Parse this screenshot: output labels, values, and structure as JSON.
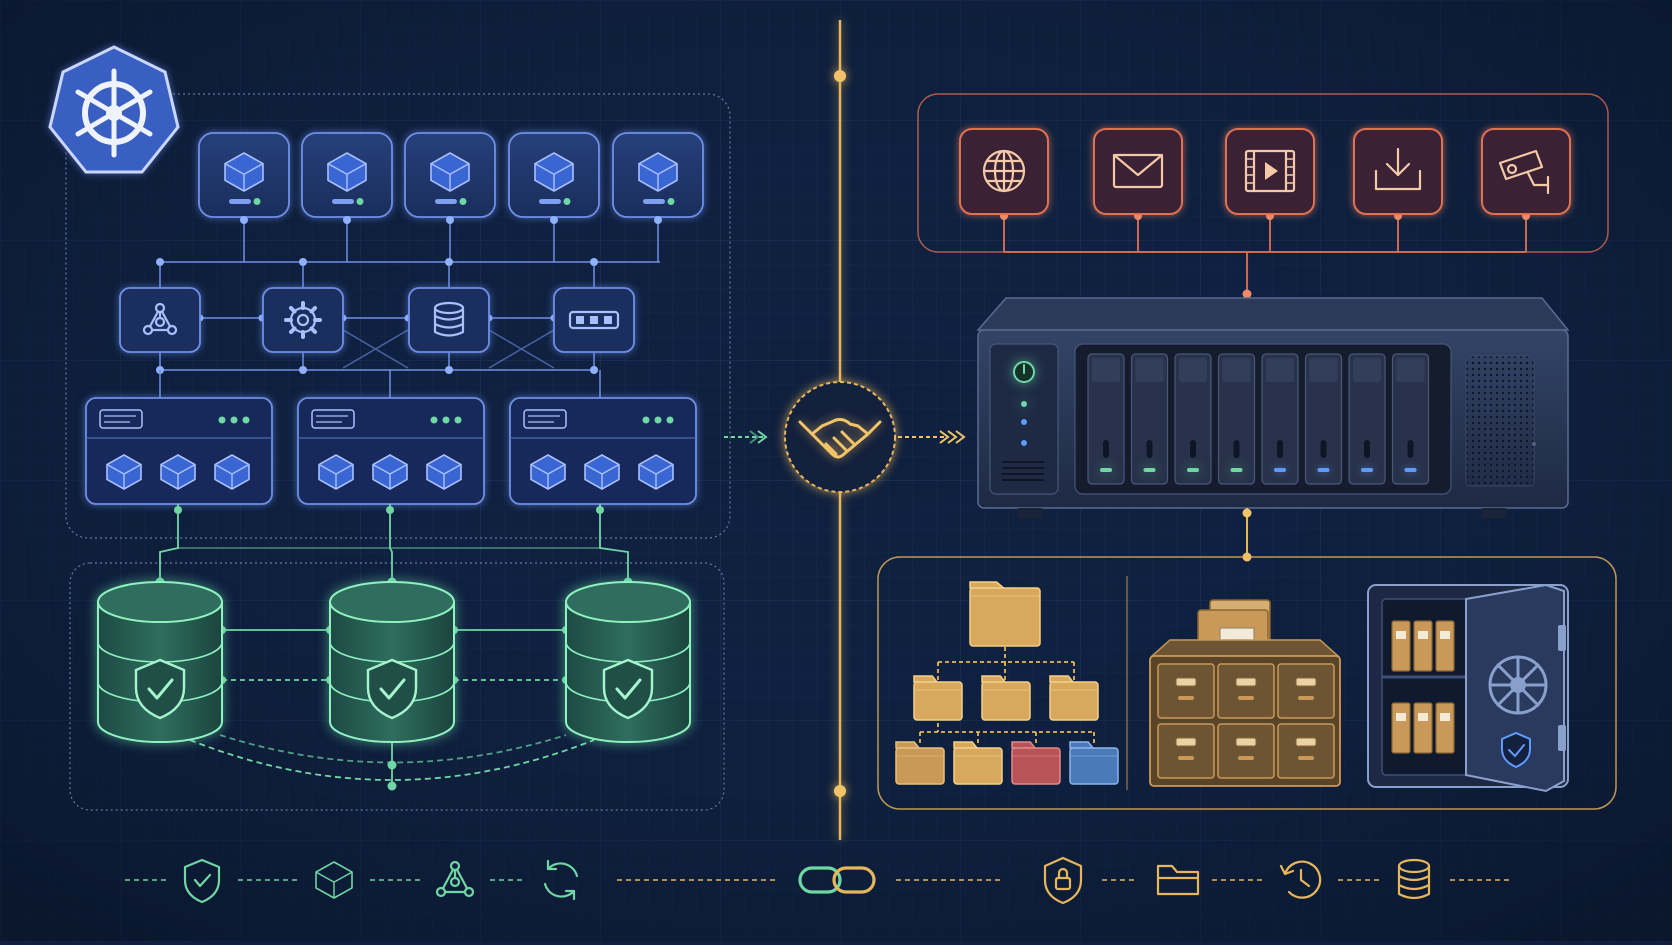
{
  "diagram": {
    "kubernetes_cluster": {
      "logo_icon": "kubernetes-helm-icon",
      "pod_count": 5,
      "service_icons": [
        "network-graph-icon",
        "gear-icon",
        "database-icon",
        "load-balancer-icon"
      ],
      "node_count": 3,
      "containers_per_node": 3
    },
    "replicated_volumes": {
      "volume_count": 3,
      "volume_icon": "shield-check-icon"
    },
    "bridge": {
      "icon": "handshake-icon"
    },
    "nas": {
      "app_icons": [
        "globe-icon",
        "mail-icon",
        "video-icon",
        "download-icon",
        "security-camera-icon"
      ],
      "drive_bay_count": 8,
      "storage_icons": [
        "folder-tree-icon",
        "file-cabinet-icon",
        "vault-safe-icon"
      ]
    },
    "footer_icons": [
      "shield-check-icon",
      "cube-icon",
      "network-graph-icon",
      "sync-icon",
      "link-icon",
      "lock-shield-icon",
      "folder-icon",
      "history-icon",
      "database-icon"
    ],
    "colors": {
      "background": "#0f1f3d",
      "kubernetes_blue": "#5b7fd6",
      "volume_green": "#6fd6a4",
      "bridge_gold": "#e8b65a",
      "nas_orange": "#e07050"
    }
  }
}
